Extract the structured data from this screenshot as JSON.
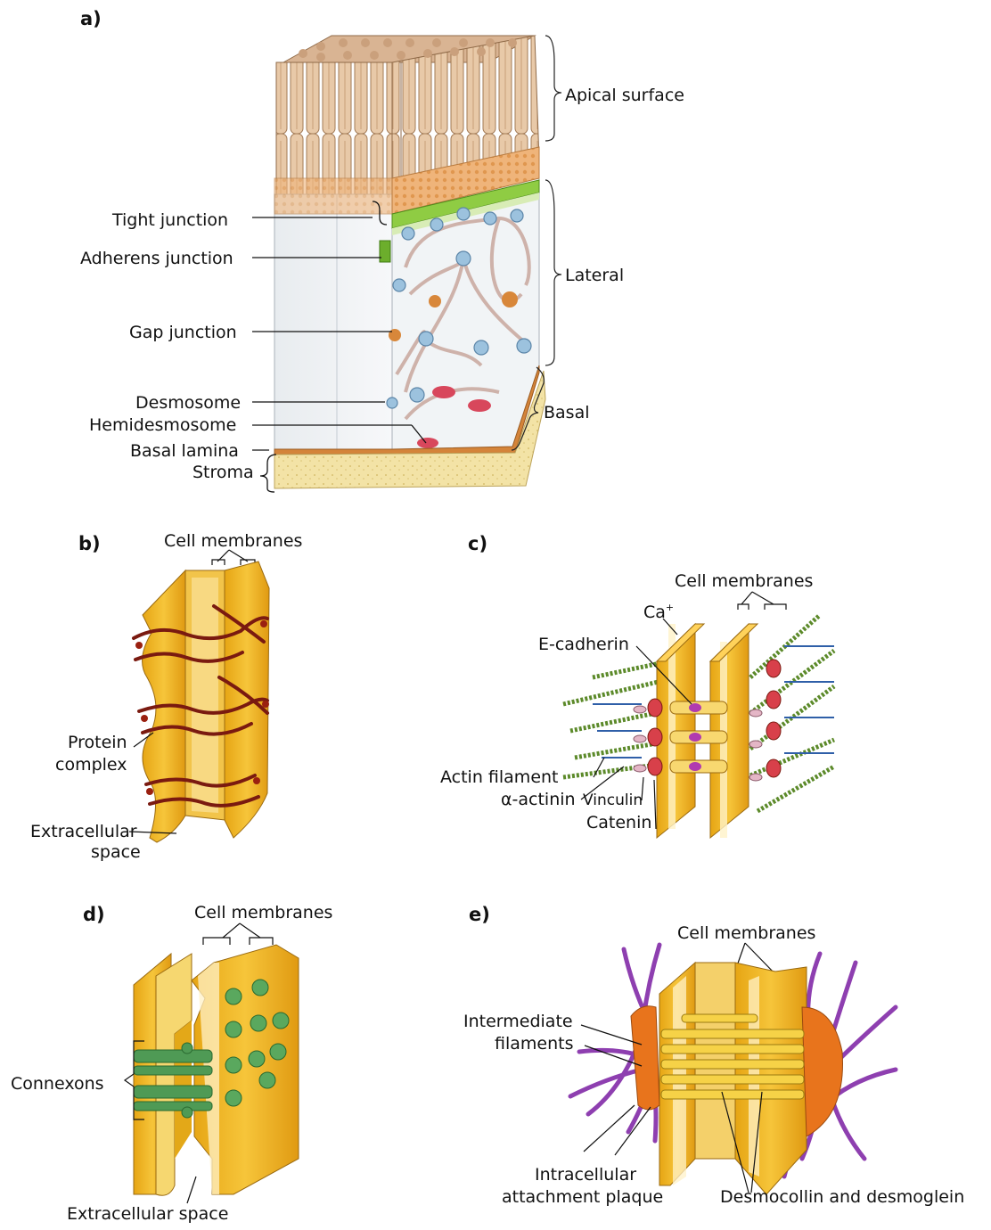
{
  "panels": {
    "a": {
      "letter": "a)",
      "apical": "Apical surface",
      "lateral": "Lateral",
      "basal": "Basal",
      "tight": "Tight junction",
      "adherens": "Adherens junction",
      "gap": "Gap junction",
      "desmosome": "Desmosome",
      "hemidesmosome": "Hemidesmosome",
      "lamina": "Basal lamina",
      "stroma": "Stroma"
    },
    "b": {
      "letter": "b)",
      "membranes": "Cell membranes",
      "protein1": "Protein",
      "protein2": "complex",
      "extra1": "Extracellular",
      "extra2": "space"
    },
    "c": {
      "letter": "c)",
      "membranes": "Cell membranes",
      "ca": "Ca",
      "ca_sup": "+",
      "ecad": "E-cadherin",
      "actin": "Actin filament",
      "alpha": "α-actinin",
      "vinculin": "Vinculin",
      "catenin": "Catenin"
    },
    "d": {
      "letter": "d)",
      "membranes": "Cell membranes",
      "connexons": "Connexons",
      "extra": "Extracellular space"
    },
    "e": {
      "letter": "e)",
      "membranes": "Cell membranes",
      "inter1": "Intermediate",
      "inter2": "filaments",
      "plaque1": "Intracellular",
      "plaque2": "attachment plaque",
      "desmo": "Desmocollin and desmoglein"
    }
  },
  "colors": {
    "membrane": "#f2b51c",
    "membrane_edge": "#b27a10",
    "cadherin": "#7a1a10",
    "connexon": "#4f9a55",
    "actin": "#5c8a2a",
    "plaque": "#e8741c",
    "filament": "#8e3fb0",
    "microvilli": "#e2c2a2",
    "tight": "#7cc43a",
    "stroma": "#f0de9a"
  }
}
